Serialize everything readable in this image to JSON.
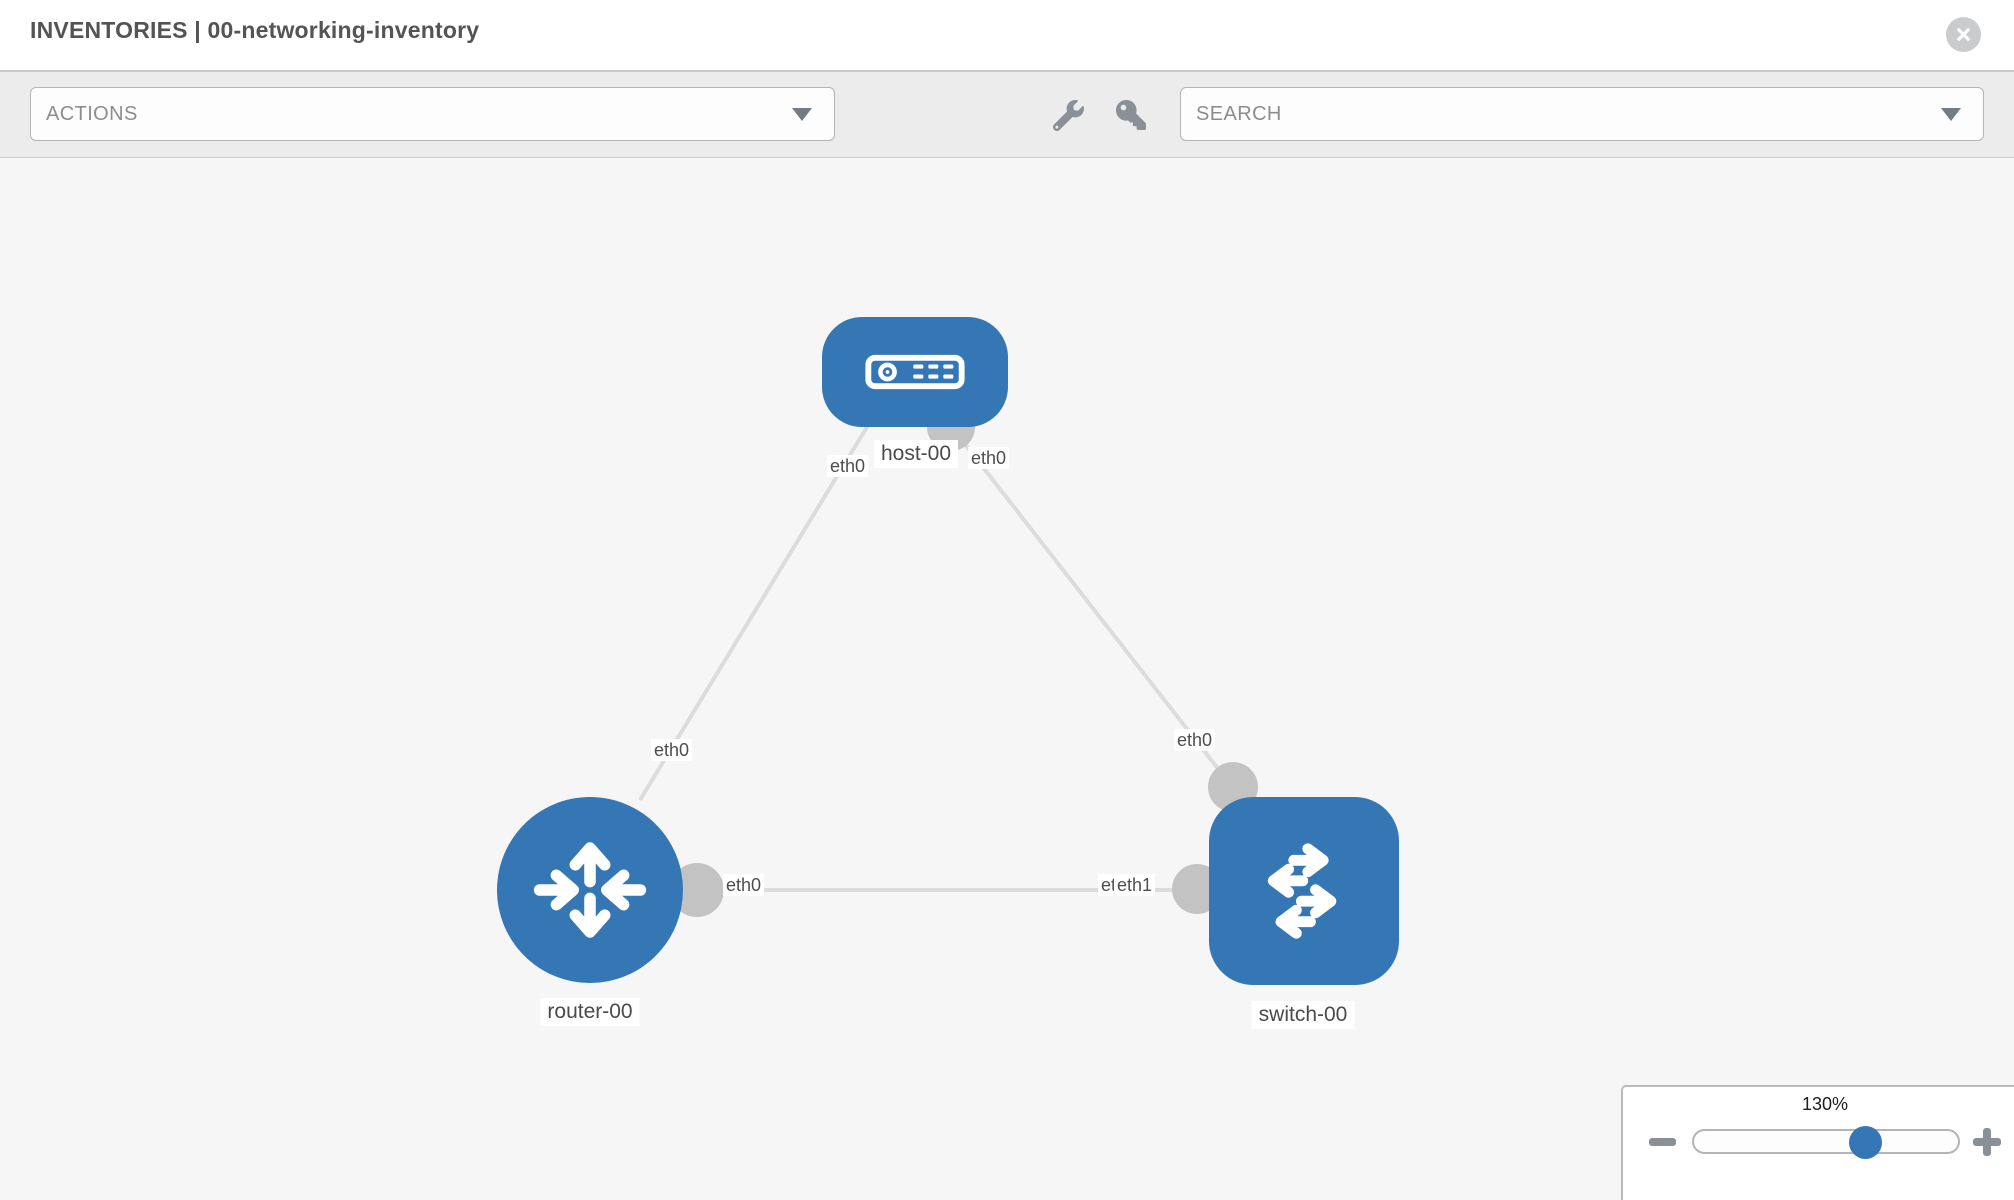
{
  "window": {
    "title": "INVENTORIES | 00-networking-inventory"
  },
  "toolbar": {
    "actions_dropdown": {
      "placeholder": "ACTIONS"
    },
    "search_dropdown": {
      "placeholder": "SEARCH"
    },
    "tools": [
      {
        "icon": "wrench-icon"
      },
      {
        "icon": "key-icon"
      }
    ]
  },
  "topology": {
    "nodes": [
      {
        "id": "host-00",
        "type": "host",
        "label": "host-00"
      },
      {
        "id": "router-00",
        "type": "router",
        "label": "router-00"
      },
      {
        "id": "switch-00",
        "type": "switch",
        "label": "switch-00"
      }
    ],
    "links": [
      {
        "from": "host-00",
        "to": "router-00",
        "from_interface": "eth0",
        "to_interface": "eth0"
      },
      {
        "from": "host-00",
        "to": "switch-00",
        "from_interface": "eth0",
        "to_interface": "eth0"
      },
      {
        "from": "router-00",
        "to": "switch-00",
        "from_interface": "eth0",
        "to_interface": "eth1",
        "to_interface_overlapped": "eth0"
      }
    ]
  },
  "zoom_control": {
    "value": "130%",
    "icons": [
      "minus-icon",
      "plus-icon"
    ]
  },
  "colors": {
    "node_blue": "#3577b5",
    "link_gray": "#dcdcdc",
    "connector_gray": "#c3c3c3",
    "canvas_bg": "#f6f6f6",
    "toolbar_bg": "#ececec"
  }
}
